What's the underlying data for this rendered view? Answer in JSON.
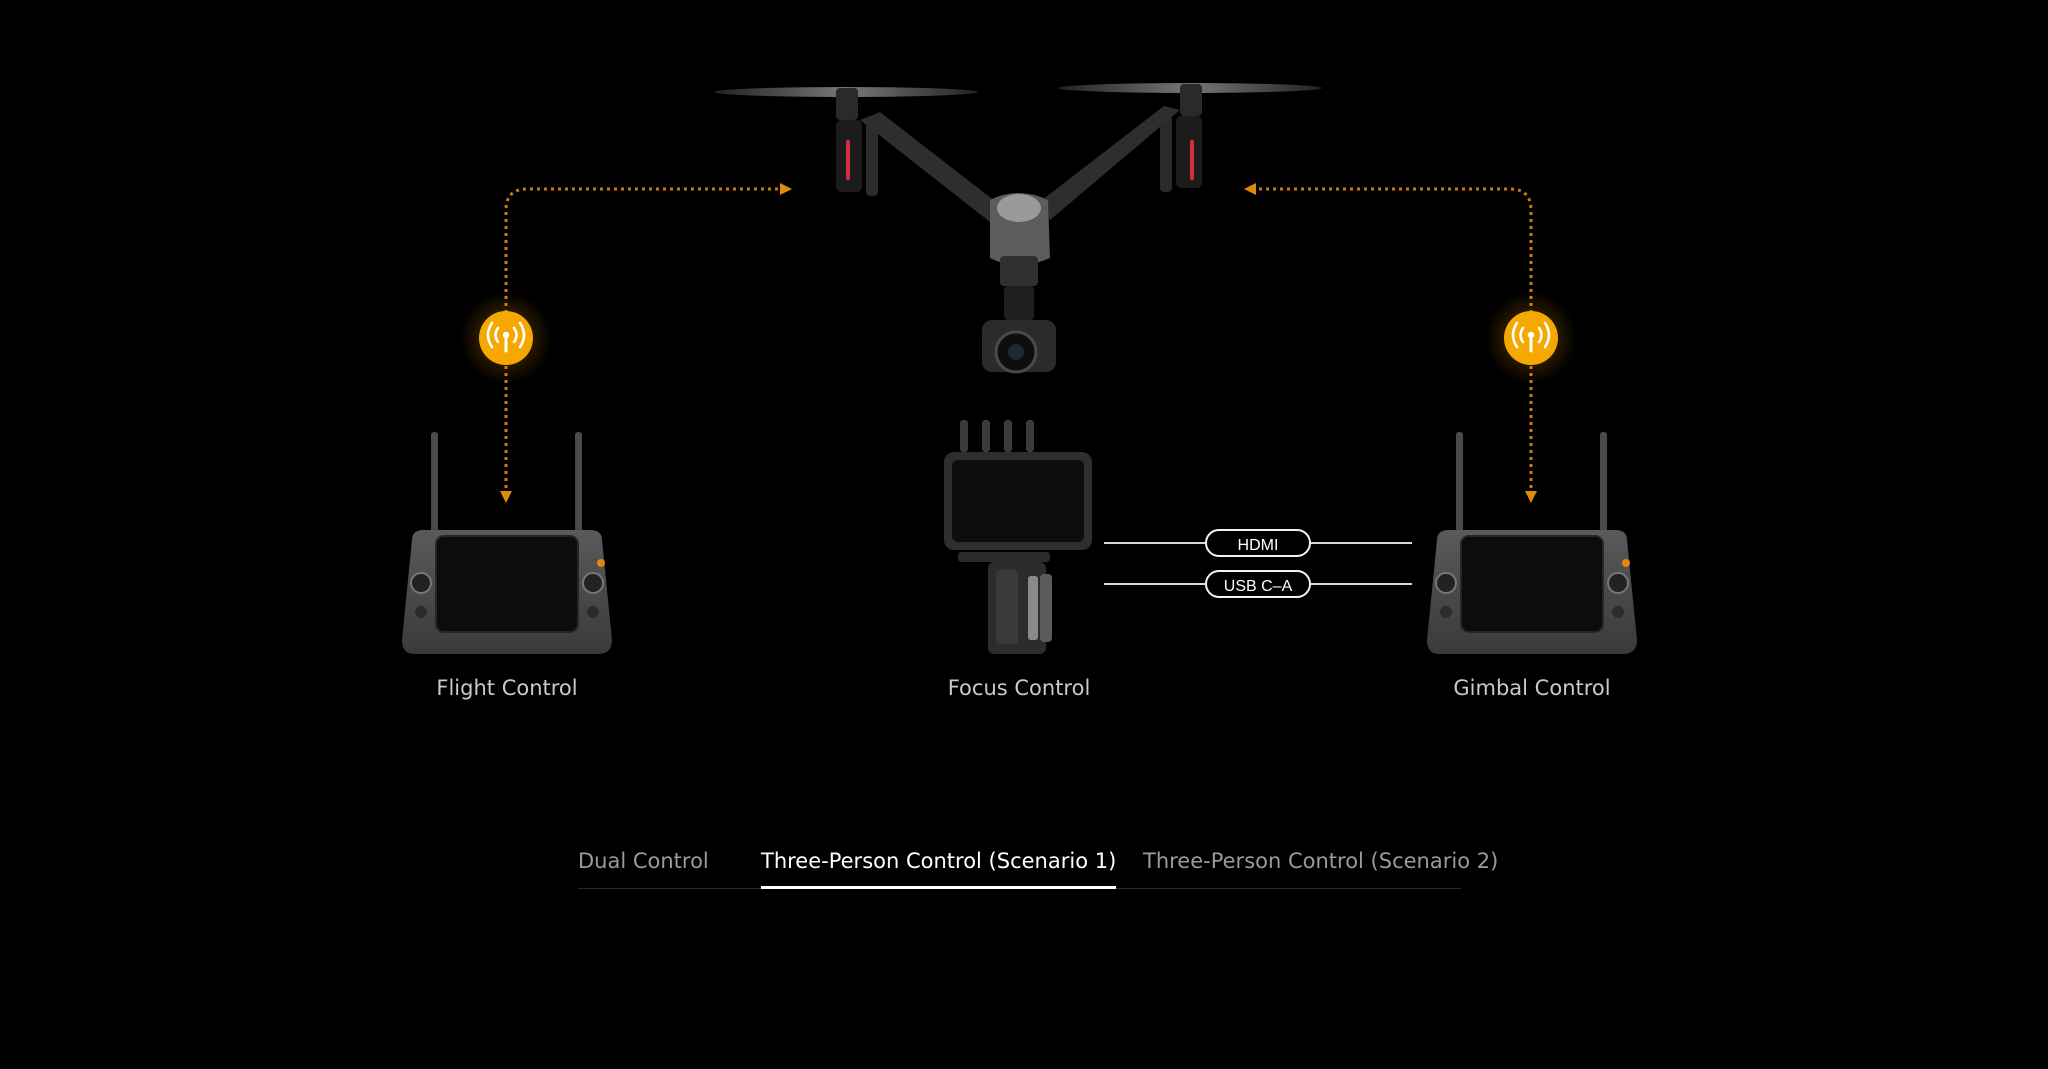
{
  "diagram": {
    "devices": [
      {
        "id": "flight",
        "caption": "Flight Control"
      },
      {
        "id": "focus",
        "caption": "Focus Control"
      },
      {
        "id": "gimbal",
        "caption": "Gimbal Control"
      }
    ],
    "connections": [
      {
        "label": "HDMI"
      },
      {
        "label": "USB C–A"
      }
    ],
    "colors": {
      "accent": "#f5a800",
      "link_line": "#c77f10",
      "background": "#000000"
    },
    "icons": {
      "wireless": "wireless-signal-icon"
    }
  },
  "tabs": [
    {
      "label": "Dual Control",
      "active": false
    },
    {
      "label": "Three-Person Control (Scenario 1)",
      "active": true
    },
    {
      "label": "Three-Person Control (Scenario 2)",
      "active": false
    }
  ]
}
